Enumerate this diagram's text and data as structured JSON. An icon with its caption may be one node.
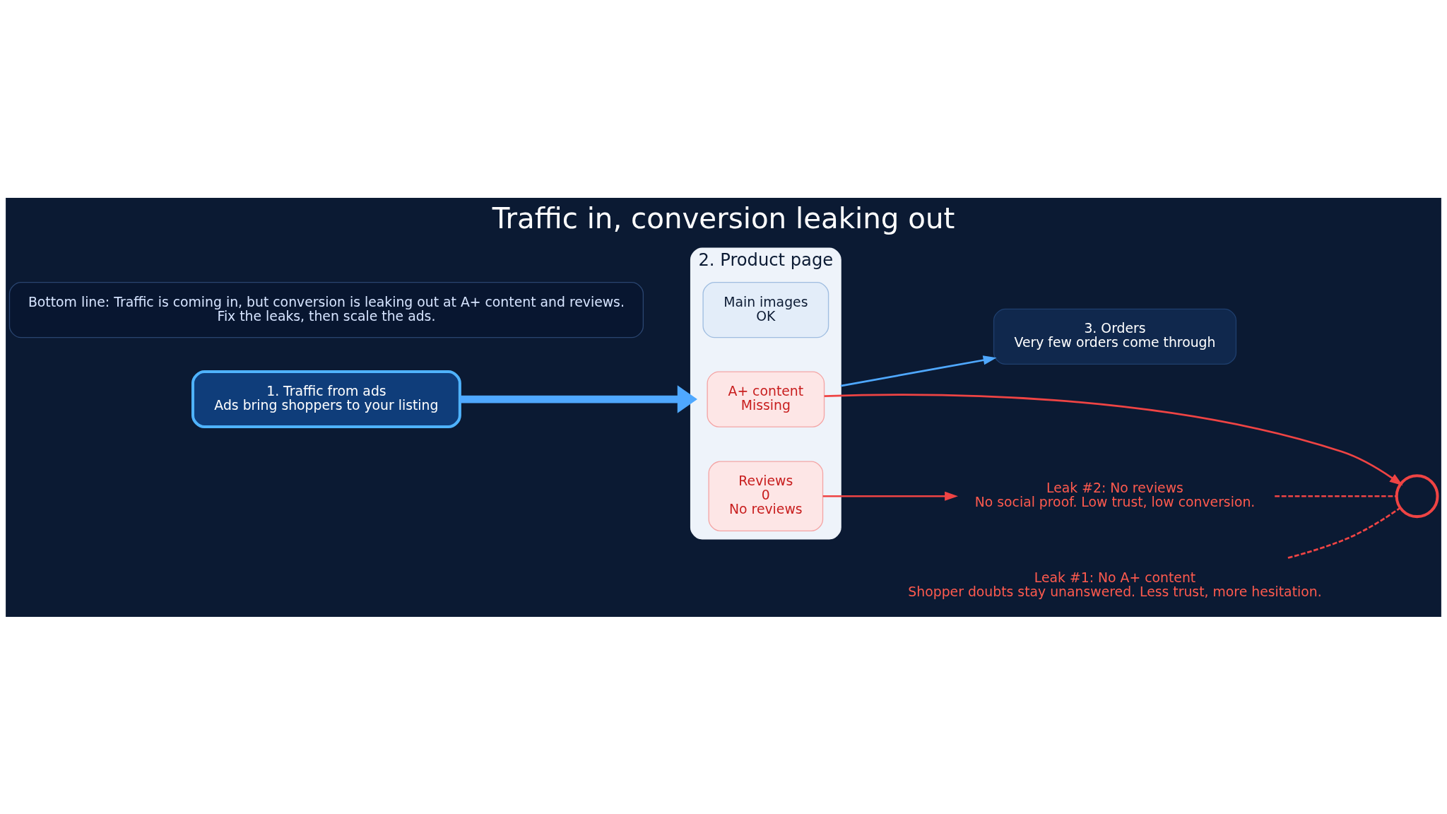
{
  "diagram": {
    "title": "Traffic in, conversion leaking out",
    "nodes": [
      {
        "text": [
          "1. Traffic from ads",
          "Ads bring shoppers to your listing"
        ]
      },
      {
        "text": [
          "2. Product page"
        ]
      },
      {
        "text": [
          "Main images",
          "OK"
        ],
        "in": 1
      },
      {
        "text": [
          "A+ content",
          "Missing"
        ],
        "in": 1
      },
      {
        "text": [
          "Reviews",
          "0",
          "No reviews"
        ],
        "in": 1
      },
      {
        "text": [
          "3. Orders",
          "Very few orders come through"
        ]
      },
      {
        "text": [
          "Leak #1: No A+ content",
          "Shopper doubts stay unanswered. Less trust, more hesitation."
        ]
      },
      {
        "text": [],
        "shape": "circle"
      },
      {
        "text": [
          "Leak #2: No reviews",
          "No social proof. Low trust, low conversion."
        ]
      },
      {
        "text": [
          "Bottom line: Traffic is coming in, but conversion is leaking out at A+ content and reviews.",
          "Fix the leaks, then scale the ads."
        ]
      }
    ],
    "edges": [
      {
        "from": 0,
        "to": 1,
        "arrow": "to",
        "style": "thick",
        "color": "#4fa8ff"
      },
      {
        "from": 1,
        "to": 5,
        "arrow": "to",
        "color": "#4fa8ff"
      },
      {
        "from": 3,
        "to": 7,
        "arrow": "to",
        "color": "#ef4444"
      },
      {
        "from": 4,
        "to": 8,
        "arrow": "to",
        "color": "#ef4444"
      },
      {
        "from": 6,
        "to": 7,
        "arrow": "none",
        "style": "dashed",
        "color": "#ef4444"
      },
      {
        "from": 8,
        "to": 7,
        "arrow": "none",
        "style": "dashed",
        "color": "#ef4444"
      }
    ]
  }
}
